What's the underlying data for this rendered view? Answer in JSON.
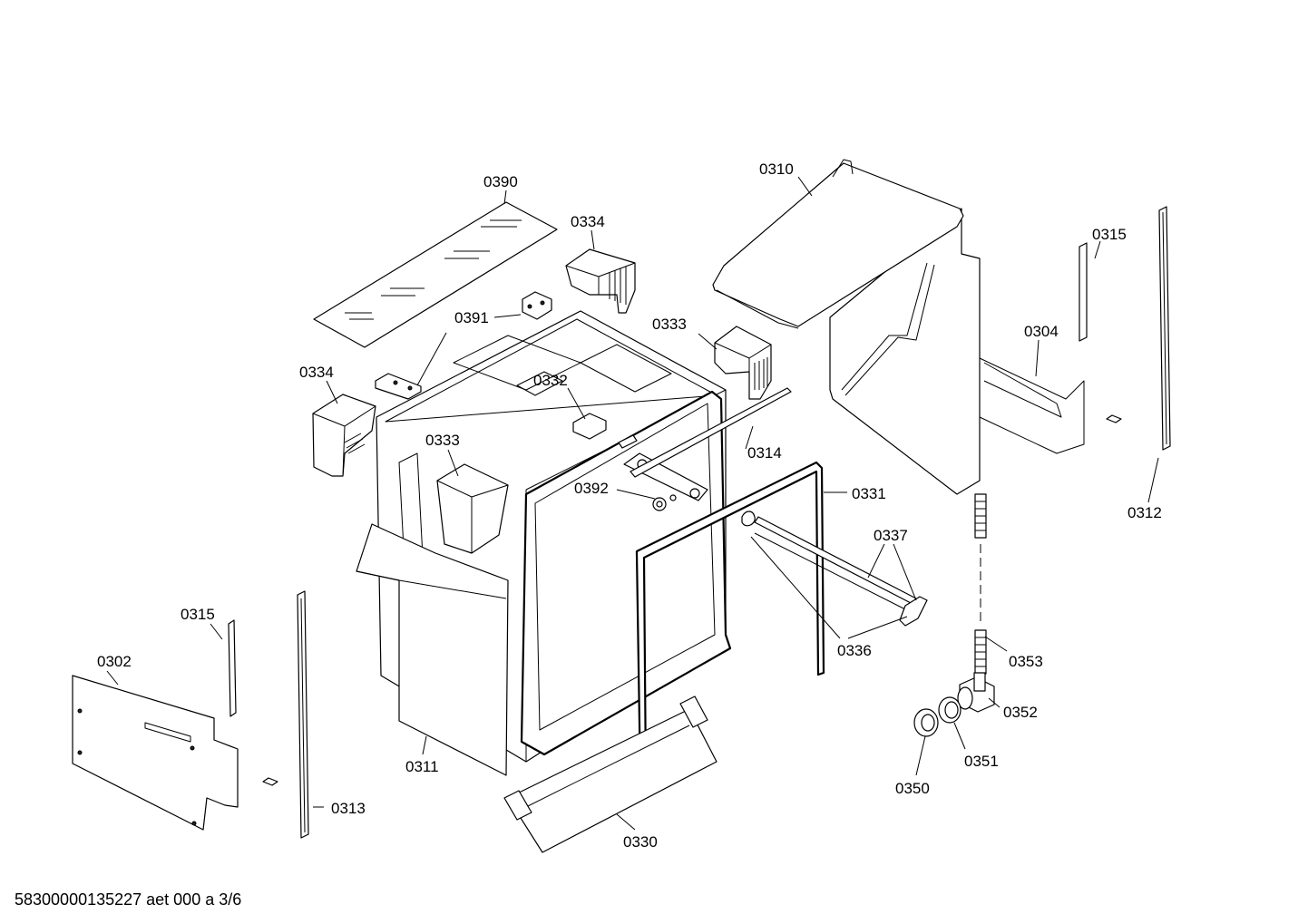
{
  "document_id": "58300000135227 aet 000 a 3/6",
  "callouts": {
    "c0390": "0390",
    "c0334a": "0334",
    "c0334b": "0334",
    "c0391": "0391",
    "c0333a": "0333",
    "c0333b": "0333",
    "c0332": "0332",
    "c0310": "0310",
    "c0315a": "0315",
    "c0315b": "0315",
    "c0304": "0304",
    "c0312": "0312",
    "c0314": "0314",
    "c0392": "0392",
    "c0331": "0331",
    "c0337": "0337",
    "c0336": "0336",
    "c0353": "0353",
    "c0352": "0352",
    "c0351": "0351",
    "c0350": "0350",
    "c0302": "0302",
    "c0311": "0311",
    "c0313": "0313",
    "c0330": "0330"
  }
}
